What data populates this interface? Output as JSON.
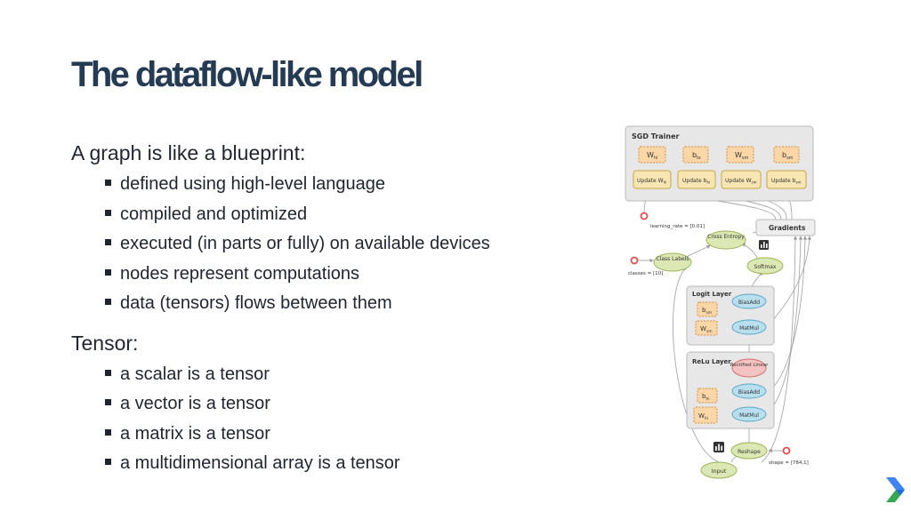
{
  "slide": {
    "title": "The dataflow-like model",
    "sections": [
      {
        "heading": "A graph is like a blueprint:",
        "bullets": [
          "defined using high-level language",
          "compiled and optimized",
          "executed (in parts or fully) on available devices",
          "nodes represent computations",
          "data (tensors) flows between them"
        ]
      },
      {
        "heading": "Tensor:",
        "bullets": [
          "a scalar is a tensor",
          "a vector is a tensor",
          "a matrix is a tensor",
          "a multidimensional array is a tensor"
        ]
      }
    ]
  },
  "graph": {
    "sgd_trainer": {
      "label": "SGD Trainer",
      "params": [
        "W",
        "b",
        "W",
        "b"
      ],
      "param_subs": [
        "hi",
        "lo",
        "sm",
        "sm"
      ],
      "updates": [
        "Update W",
        "Update b",
        "Update W",
        "Update b"
      ],
      "update_subs": [
        "hi",
        "hi",
        "sm",
        "sm"
      ]
    },
    "learning_rate": "learning_rate = [0.01]",
    "gradients": "Gradients",
    "cross_entropy": "Cross Entropy",
    "class_labels": "Class Labels",
    "classes": "classes = [10]",
    "softmax": "Softmax",
    "logit_layer": {
      "label": "Logit Layer",
      "bias": "b",
      "bias_sub": "sm",
      "weight": "W",
      "weight_sub": "sm",
      "biasadd": "BiasAdd",
      "matmul": "MatMul"
    },
    "relu_layer": {
      "label": "ReLu Layer",
      "rectified": "Rectified Linear",
      "bias": "b",
      "bias_sub": "hi",
      "weight": "W",
      "weight_sub": "hi",
      "biasadd": "BiasAdd",
      "matmul": "MatMul"
    },
    "reshape": "Reshape",
    "shape": "shape = [784,1]",
    "input": "Input"
  },
  "colors": {
    "title": "#243b53",
    "panel": "#e7e7e7",
    "variable": "#fbd7a8",
    "update": "#f7e6b2",
    "op_blue": "#b8dfee",
    "op_green": "#dbe8b3",
    "op_pink": "#f4c3c1",
    "constant": "#e84c4c",
    "logo_blue": "#3f82f2",
    "logo_green": "#34a853"
  }
}
